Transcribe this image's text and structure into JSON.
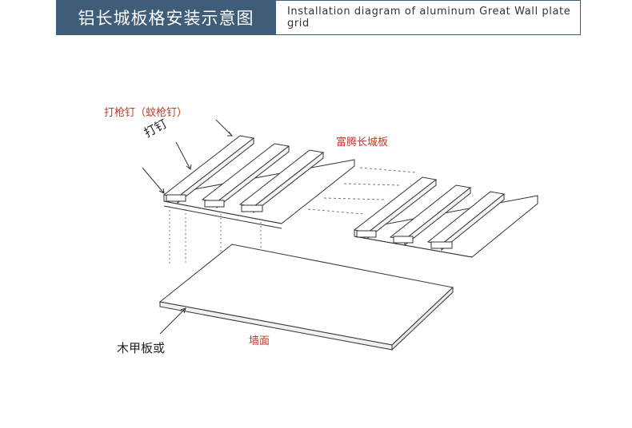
{
  "header": {
    "title": "铝长城板格安装示意图",
    "subtitle": "Installation diagram of aluminum Great Wall plate grid"
  },
  "labels": {
    "nail_gun": "打枪钉（蚊枪钉）",
    "nailing": "打钉",
    "product": "富腾长城板",
    "wood_board": "木甲板或",
    "wall": "墙面"
  },
  "colors": {
    "header_bg": "#3f5c78",
    "label_red": "#c0392b",
    "line": "#333333"
  }
}
